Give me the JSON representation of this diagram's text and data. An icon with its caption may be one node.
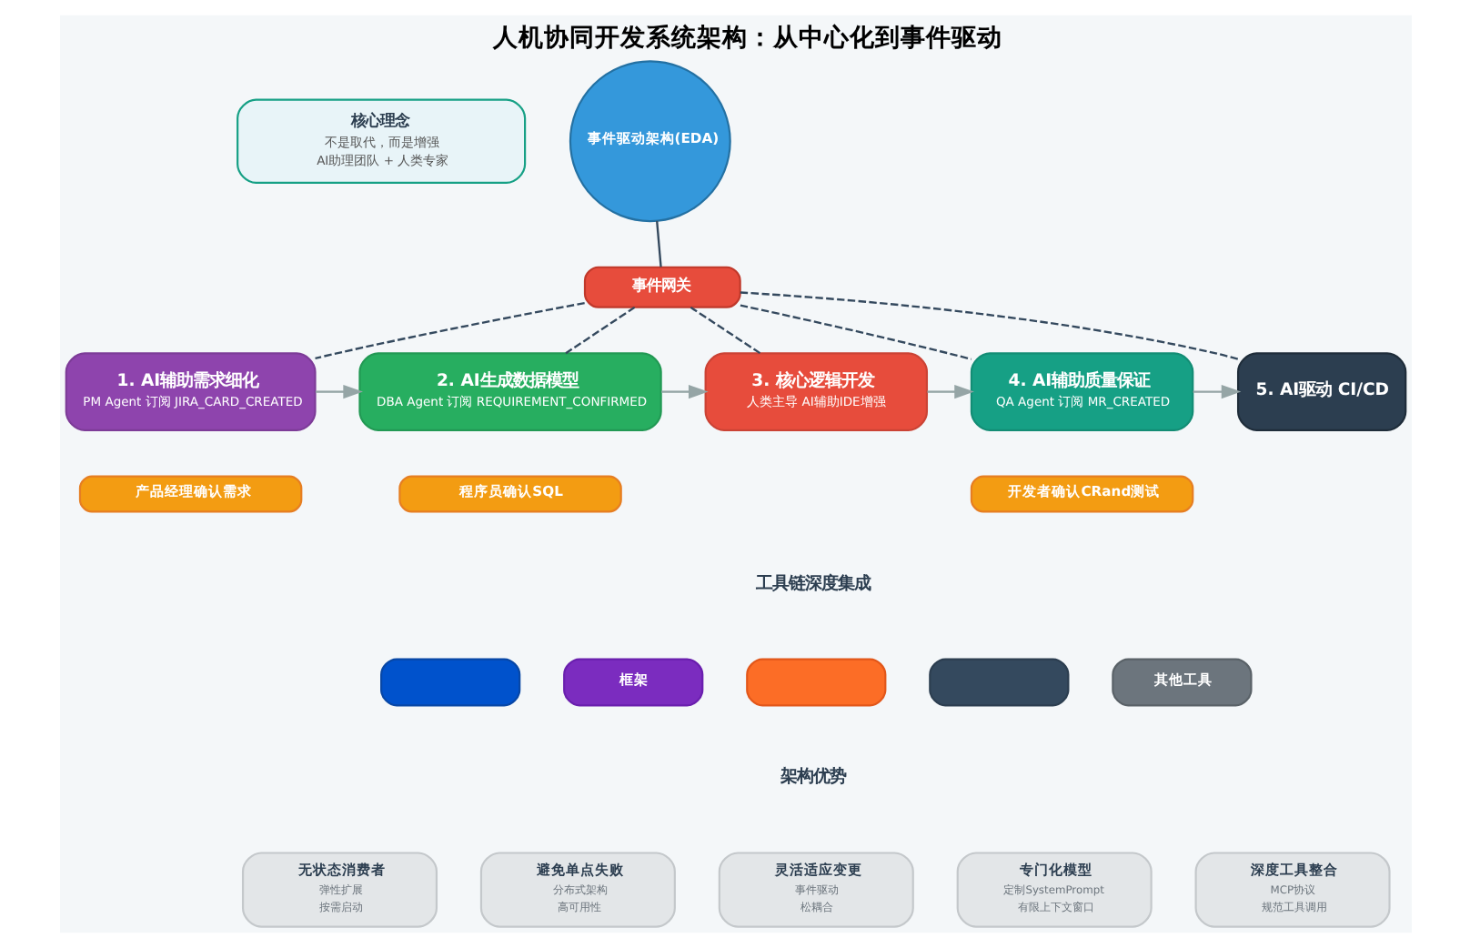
{
  "diagram": {
    "title": "人机协同开发系统架构：从中心化到事件驱动",
    "nodes": [
      {
        "text": [
          "核心理念",
          "不是取代，而是增强",
          "AI助理团队 + 人类专家"
        ]
      },
      {
        "text": [
          "事件驱动架构(EDA)"
        ]
      },
      {
        "text": [
          "事件网关"
        ]
      },
      {
        "text": [
          "1. AI辅助需求细化",
          "PM Agent 订阅 JIRA_CARD_CREATED"
        ]
      },
      {
        "text": [
          "2. AI生成数据模型",
          "DBA Agent 订阅 REQUIREMENT_CONFIRMED"
        ]
      },
      {
        "text": [
          "3. 核心逻辑开发",
          "人类主导 AI辅助IDE增强"
        ]
      },
      {
        "text": [
          "4. AI辅助质量保证",
          "QA Agent 订阅 MR_CREATED"
        ]
      },
      {
        "text": [
          "5. AI驱动 CI/CD"
        ]
      },
      {
        "text": [
          "产品经理确认需求"
        ]
      },
      {
        "text": [
          "程序员确认SQL"
        ]
      },
      {
        "text": [
          "开发者确认CRand测试"
        ]
      },
      {
        "text": [],
        "shape": "box"
      },
      {
        "text": [
          "框架"
        ]
      },
      {
        "text": [],
        "shape": "box"
      },
      {
        "text": [],
        "shape": "box"
      },
      {
        "text": [
          "其他工具"
        ]
      },
      {
        "text": [
          "无状态消费者",
          "弹性扩展",
          "按需启动"
        ]
      },
      {
        "text": [
          "避免单点失败",
          "分布式架构",
          "高可用性"
        ]
      },
      {
        "text": [
          "灵活适应变更",
          "事件驱动",
          "松耦合"
        ]
      },
      {
        "text": [
          "专门化模型",
          "定制SystemPrompt",
          "有限上下文窗口"
        ]
      },
      {
        "text": [
          "深度工具整合",
          "MCP协议",
          "规范工具调用"
        ]
      }
    ],
    "edges": [
      {
        "from": 1,
        "to": 2,
        "arrow": "none"
      },
      {
        "from": 2,
        "to": 3,
        "arrow": "none",
        "style": "dashed"
      },
      {
        "from": 2,
        "to": 4,
        "arrow": "none",
        "style": "dashed"
      },
      {
        "from": 2,
        "to": 5,
        "arrow": "none",
        "style": "dashed"
      },
      {
        "from": 2,
        "to": 6,
        "arrow": "none",
        "style": "dashed"
      },
      {
        "from": 2,
        "to": 7,
        "arrow": "none",
        "style": "dashed"
      },
      {
        "from": 3,
        "to": 4,
        "arrow": "to",
        "color": "#95a5a6"
      },
      {
        "from": 4,
        "to": 5,
        "arrow": "to",
        "color": "#95a5a6"
      },
      {
        "from": 5,
        "to": 6,
        "arrow": "to",
        "color": "#95a5a6"
      },
      {
        "from": 6,
        "to": 7,
        "arrow": "to",
        "color": "#95a5a6"
      }
    ],
    "labels": [
      "工具链深度集成",
      "架构优势"
    ]
  }
}
